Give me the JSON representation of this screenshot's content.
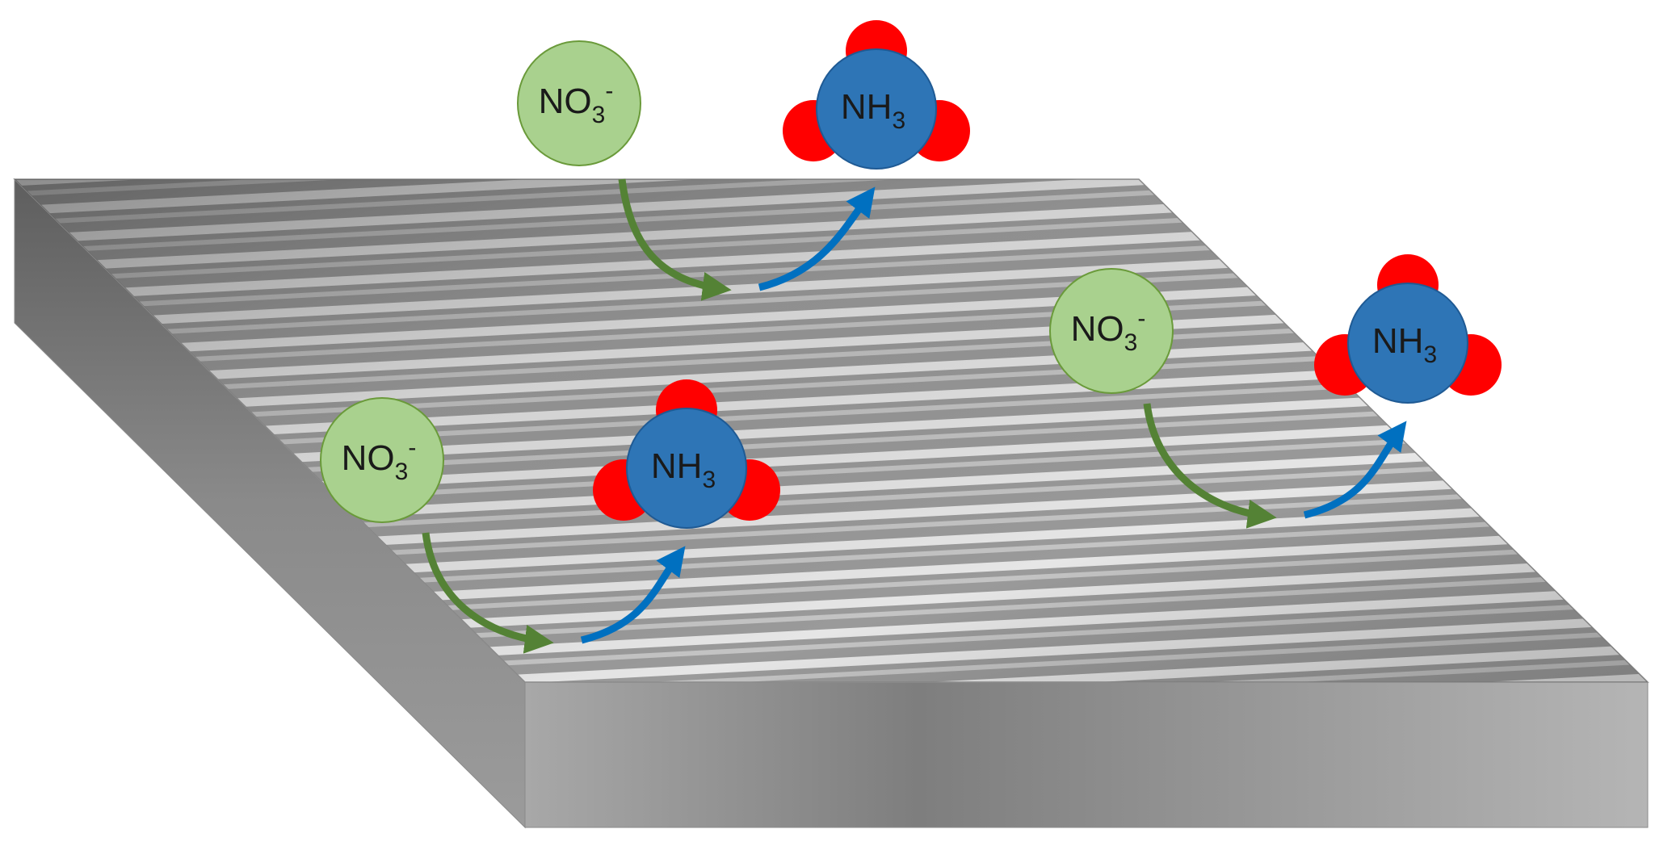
{
  "colors": {
    "background": "#ffffff",
    "nitrate_fill": "#a9d18e",
    "nitrate_stroke": "#6a9a3a",
    "ammonia_center": "#2e75b6",
    "ammonia_center_stroke": "#1f5a94",
    "ammonia_h": "#ff0000",
    "arrow_green": "#548235",
    "arrow_blue": "#0070c0",
    "slab_dark": "#6b6b6b",
    "slab_light": "#d9d9d9"
  },
  "reactions": [
    {
      "reactant": {
        "base": "NO",
        "sub": "3",
        "sup": "-"
      },
      "product": {
        "base": "NH",
        "sub": "3"
      }
    },
    {
      "reactant": {
        "base": "NO",
        "sub": "3",
        "sup": "-"
      },
      "product": {
        "base": "NH",
        "sub": "3"
      }
    },
    {
      "reactant": {
        "base": "NO",
        "sub": "3",
        "sup": "-"
      },
      "product": {
        "base": "NH",
        "sub": "3"
      }
    }
  ],
  "icons": {
    "reduction_arrow": "curved-arrow-icon",
    "ammonia": "ammonia-molecule-icon"
  }
}
